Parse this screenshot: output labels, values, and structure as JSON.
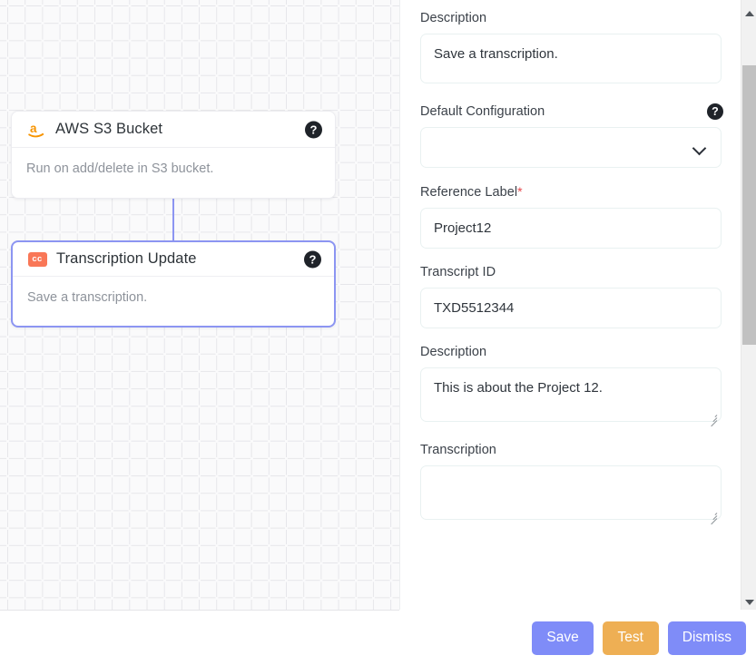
{
  "canvas": {
    "nodes": [
      {
        "icon": "amazon-aws-icon",
        "title": "AWS S3 Bucket",
        "description": "Run on add/delete in S3 bucket.",
        "help_label": "?",
        "selected": false
      },
      {
        "icon": "closed-caption-icon",
        "icon_text": "cc",
        "title": "Transcription Update",
        "description": "Save a transcription.",
        "help_label": "?",
        "selected": true
      }
    ]
  },
  "panel": {
    "fields": [
      {
        "label": "Description",
        "type": "textarea",
        "value": "Save a transcription.",
        "placeholder": ""
      },
      {
        "label": "Default Configuration",
        "type": "select",
        "value": "",
        "help_label": "?",
        "chevron": "chevron-down-icon"
      },
      {
        "label": "Reference Label",
        "required": true,
        "required_marker": "*",
        "type": "input",
        "value": "Project12",
        "placeholder": ""
      },
      {
        "label": "Transcript ID",
        "type": "input",
        "value": "TXD5512344",
        "placeholder": ""
      },
      {
        "label": "Description",
        "type": "textarea",
        "value": "This is about the Project 12.",
        "placeholder": ""
      },
      {
        "label": "Transcription",
        "type": "textarea",
        "value": "",
        "placeholder": ""
      }
    ],
    "scrollbar": {
      "up_arrow": "scroll-up-arrow",
      "down_arrow": "scroll-down-arrow"
    }
  },
  "footer": {
    "save_label": "Save",
    "test_label": "Test",
    "dismiss_label": "Dismiss"
  },
  "colors": {
    "accent_periwinkle": "#7f8cf8",
    "accent_orange": "#eeaf54",
    "node_selected_border": "#8c95f2",
    "cc_badge": "#f97757",
    "aws_orange": "#f79400",
    "required_red": "#e5484d"
  }
}
